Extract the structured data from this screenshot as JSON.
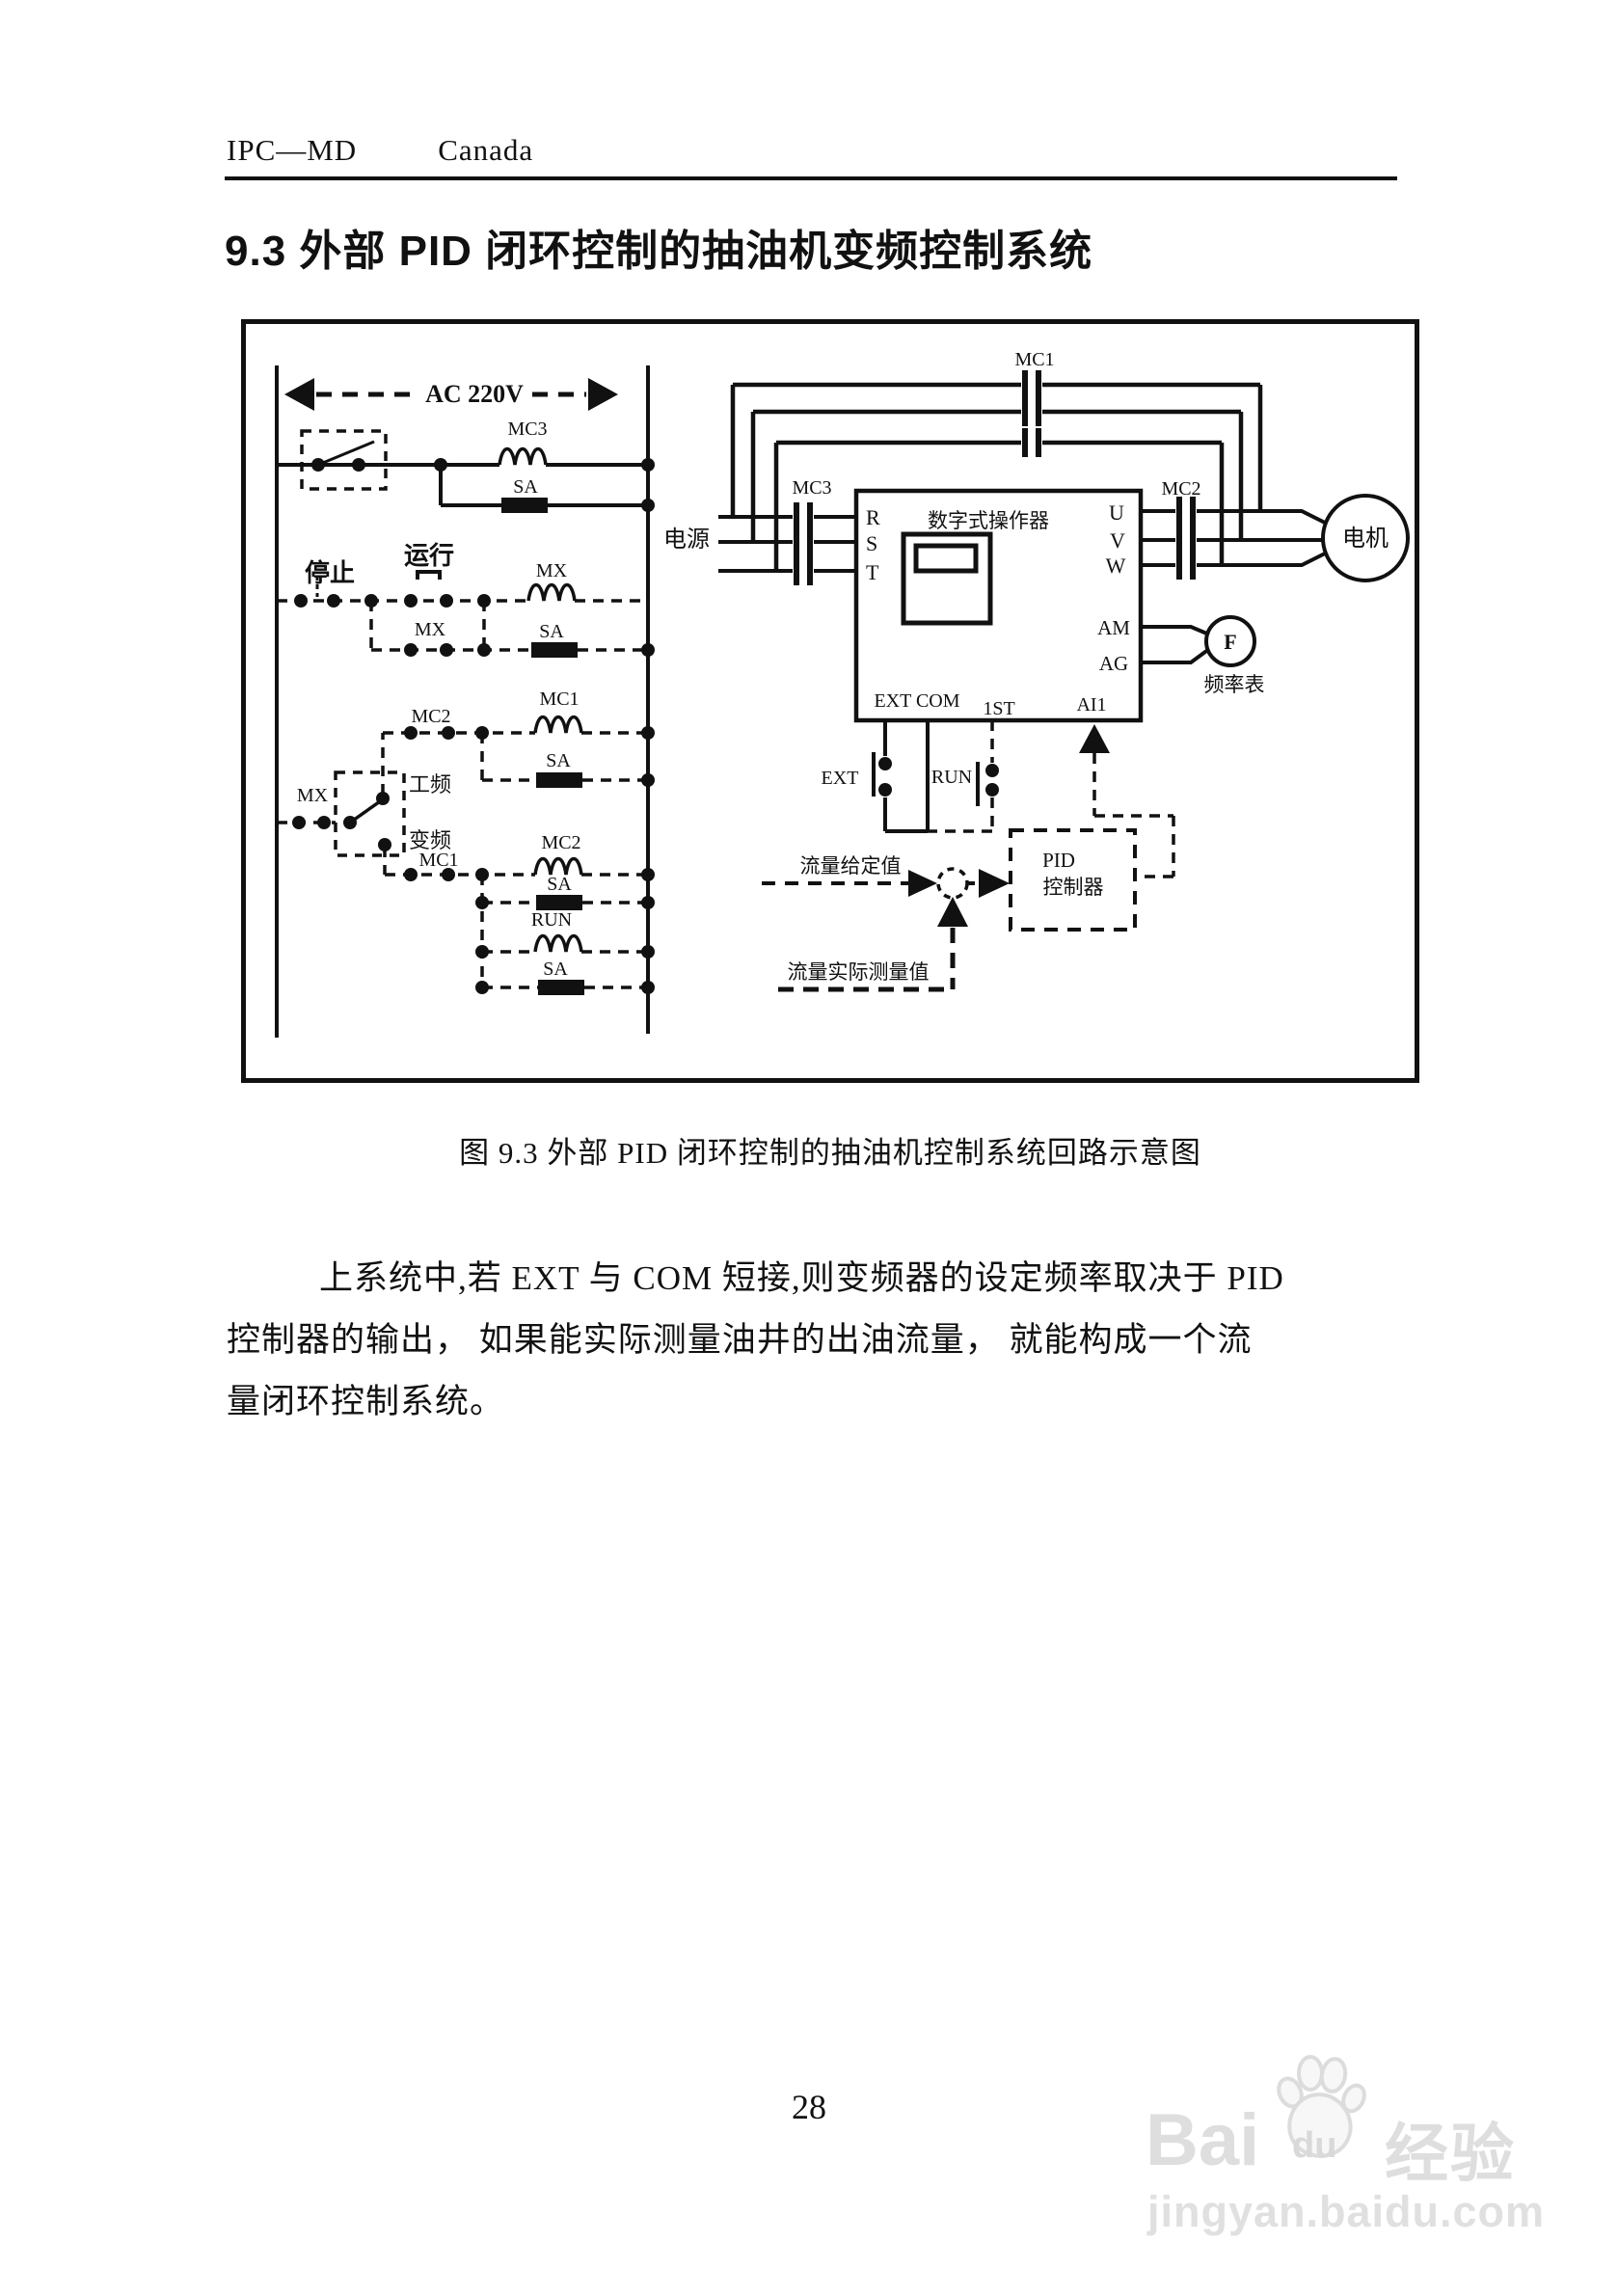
{
  "page": {
    "header_left": "IPC—MD",
    "header_right": "Canada",
    "section_title": "9.3 外部 PID 闭环控制的抽油机变频控制系统",
    "caption": "图 9.3 外部 PID 闭环控制的抽油机控制系统回路示意图",
    "paragraph_lines": [
      "上系统中,若 EXT 与 COM 短接,则变频器的设定频率取决于 PID",
      "控制器的输出， 如果能实际测量油井的出油流量， 就能构成一个流",
      "量闭环控制系统。"
    ],
    "page_number": "28"
  },
  "diagram": {
    "labels": {
      "ac": "AC 220V",
      "stop": "停止",
      "run": "运行",
      "mc3": "MC3",
      "sa": "SA",
      "mx": "MX",
      "mc1": "MC1",
      "mc2": "MC2",
      "run_coil": "RUN",
      "power": "电源",
      "r": "R",
      "s": "S",
      "t": "T",
      "operator": "数字式操作器",
      "u": "U",
      "v": "V",
      "w": "W",
      "am": "AM",
      "ag": "AG",
      "motor": "电机",
      "f": "F",
      "freq_meter": "频率表",
      "ext_com": "EXT COM",
      "first": "1ST",
      "ai1": "AI1",
      "ext": "EXT",
      "run_sw": "RUN",
      "gongpin": "工频",
      "bianpin": "变频",
      "pid": "PID",
      "controller": "控制器",
      "flow_set": "流量给定值",
      "flow_actual": "流量实际测量值"
    },
    "colors": {
      "ink": "#111111",
      "paper": "#ffffff",
      "watermark": "#dedede"
    }
  },
  "watermark": {
    "brand_bai": "Bai",
    "brand_du": "du",
    "brand_suffix": "经验",
    "url": "jingyan.baidu.com"
  }
}
